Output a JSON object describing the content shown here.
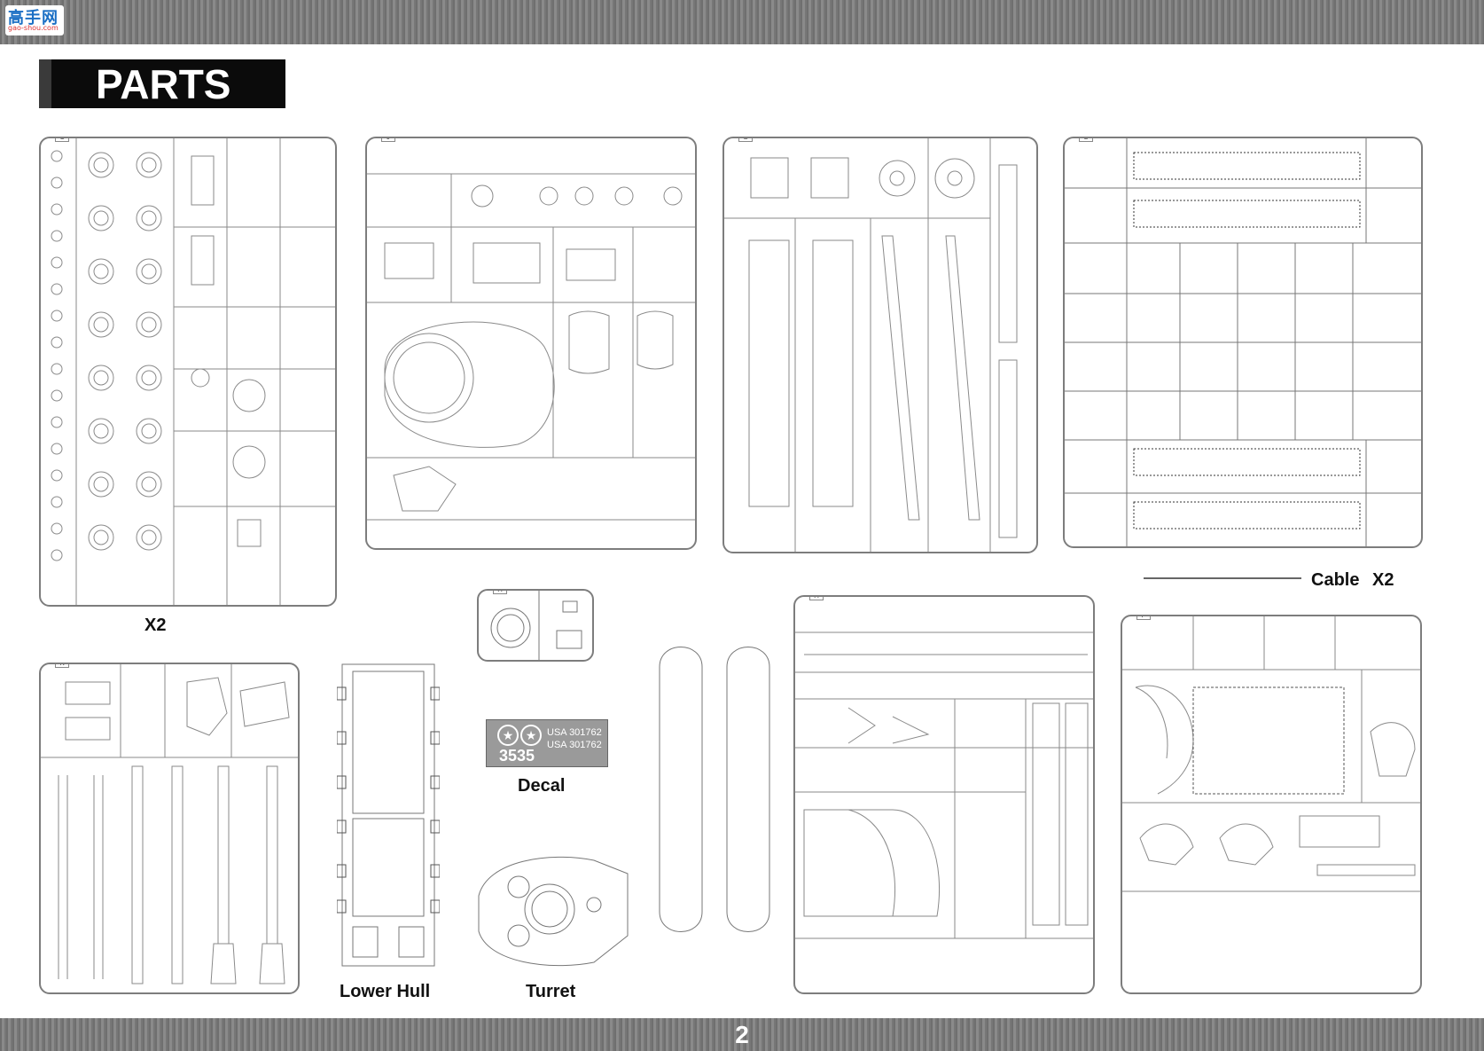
{
  "header": {
    "site_logo_text": "高手网",
    "site_logo_url": "gao-shou.com"
  },
  "section_title": "PARTS",
  "sprues": {
    "C": {
      "id": "C",
      "multiplier": "X2"
    },
    "J": {
      "id": "J"
    },
    "G": {
      "id": "G"
    },
    "L": {
      "id": "L"
    },
    "K": {
      "id": "K"
    },
    "X": {
      "id": "X"
    },
    "H": {
      "id": "H"
    },
    "F": {
      "id": "F"
    }
  },
  "labels": {
    "cable": "Cable",
    "cable_multiplier": "X2",
    "decal": "Decal",
    "lower_hull": "Lower Hull",
    "turret": "Turret"
  },
  "decal_sheet": {
    "number": "3535",
    "usa_line1": "USA 301762",
    "usa_line2": "USA 301762"
  },
  "footer": {
    "page_number": "2"
  },
  "colors": {
    "band": "#7a7a7a",
    "header_box": "#0b0b0b",
    "line": "#7d7d7d"
  }
}
